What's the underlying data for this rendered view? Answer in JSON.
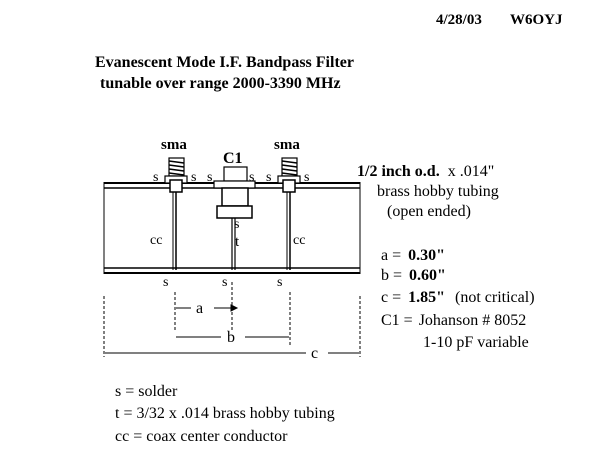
{
  "header": {
    "date": "4/28/03",
    "callsign": "W6OYJ"
  },
  "title": {
    "line1": "Evanescent Mode I.F. Bandpass Filter",
    "line2": "tunable over range 2000-3390 MHz"
  },
  "labels": {
    "sma": "sma",
    "c1": "C1",
    "s": "s",
    "t": "t",
    "cc": "cc",
    "a": "a",
    "b": "b",
    "c": "c"
  },
  "tubing_note": {
    "od_bold": "1/2 inch o.d.",
    "thickness": "x .014\"",
    "line2": "brass hobby tubing",
    "line3": "(open ended)"
  },
  "dimensions": {
    "a_label": "a = ",
    "a_value": "0.30\"",
    "b_label": "b = ",
    "b_value": "0.60\"",
    "c_label": "c = ",
    "c_value": "1.85\"",
    "c_note": "(not critical)",
    "c1_label": "C1 = ",
    "c1_value": "Johanson # 8052",
    "c1_detail": "1-10 pF variable"
  },
  "legend": [
    "s = solder",
    "t = 3/32 x .014 brass hobby tubing",
    "cc = coax center conductor"
  ],
  "colors": {
    "ink": "#000000",
    "background": "#ffffff"
  }
}
